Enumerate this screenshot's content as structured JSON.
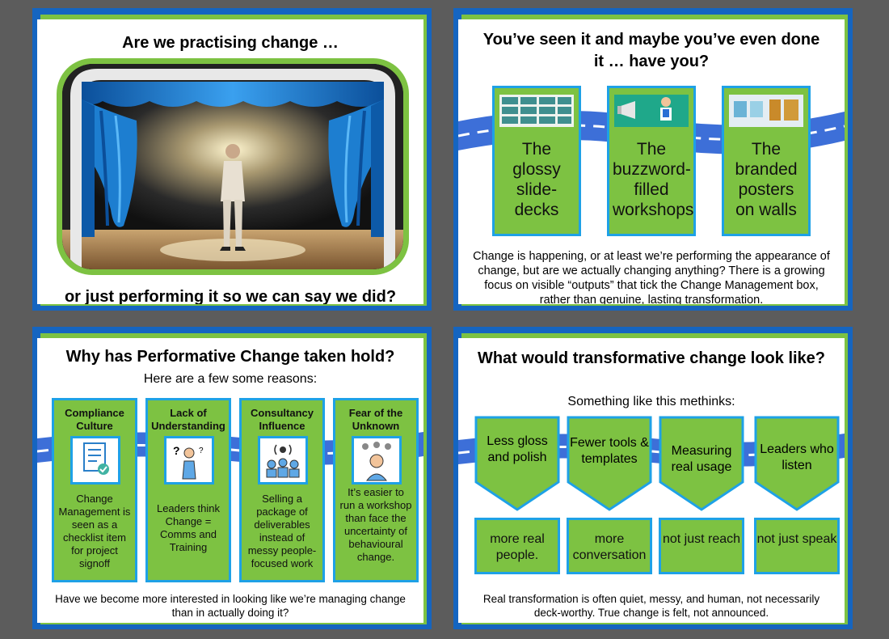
{
  "slide1": {
    "title": "Are we practising change …",
    "caption": "or just performing it so we can say we did?"
  },
  "slide2": {
    "title_line1": "You’ve seen it and maybe you’ve even done",
    "title_line2": "it … have you?",
    "cards": [
      {
        "text": "The glossy slide- decks",
        "icon": "slide-deck-thumbnails-icon"
      },
      {
        "text": "The buzzword- filled workshops",
        "icon": "megaphone-presenter-icon"
      },
      {
        "text": "The branded posters on walls",
        "icon": "posters-wall-icon"
      }
    ],
    "body": "Change is happening, or at least we’re performing the appearance of change, but are we actually changing anything? There is a growing focus on visible “outputs” that tick the Change Management box, rather than genuine, lasting transformation."
  },
  "slide3": {
    "title": "Why has Performative Change taken hold?",
    "subtitle": "Here are a few some reasons:",
    "columns": [
      {
        "heading": "Compliance Culture",
        "icon": "checklist-icon",
        "text": "Change Management is seen as a checklist item for project signoff"
      },
      {
        "heading": "Lack of Understanding",
        "icon": "confused-person-icon",
        "text": "Leaders think Change = Comms and Training"
      },
      {
        "heading": "Consultancy Influence",
        "icon": "broadcast-group-icon",
        "text": "Selling a package of deliverables instead of messy people-focused work"
      },
      {
        "heading": "Fear of the Unknown",
        "icon": "worried-person-icon",
        "text": "It’s easier to run a workshop than face the uncertainty of behavioural change."
      }
    ],
    "footer": "Have we become more interested in looking like we’re managing change than in actually doing it?"
  },
  "slide4": {
    "title": "What would transformative change look like?",
    "subtitle": "Something like this methinks:",
    "items": [
      {
        "less": "Less gloss and polish",
        "more": "more real people."
      },
      {
        "less": "Fewer tools & templates",
        "more": "more conversation"
      },
      {
        "less": "Measuring real usage",
        "more": "not just reach"
      },
      {
        "less": "Leaders who listen",
        "more": "not just speak"
      }
    ],
    "footer": "Real transformation is often quiet, messy, and human, not necessarily deck-worthy. True change is felt, not announced."
  },
  "colors": {
    "blue": "#1565c0",
    "green": "#7dc242",
    "light_blue": "#1ea1e6"
  }
}
